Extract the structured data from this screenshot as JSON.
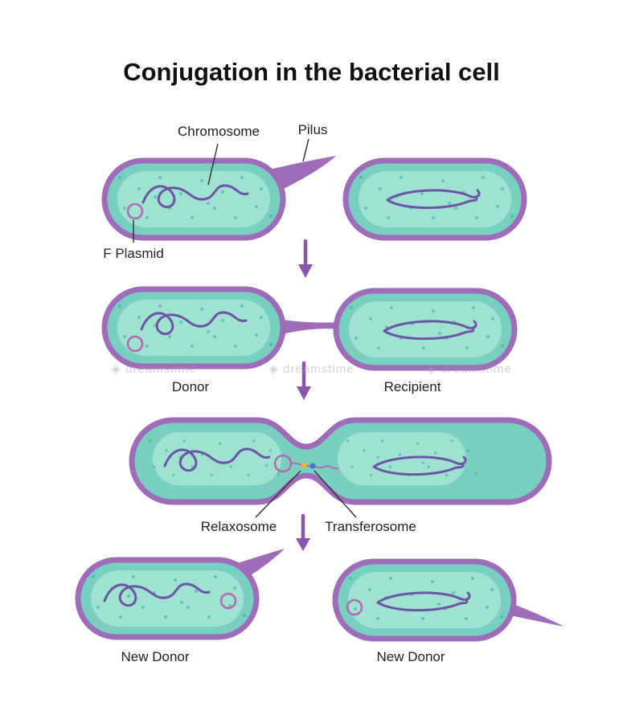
{
  "title": "Conjugation in the bacterial cell",
  "diagram": {
    "row1": {
      "chromosome_label": "Chromosome",
      "pilus_label": "Pilus",
      "f_plasmid_label": "F Plasmid"
    },
    "row2": {
      "donor_label": "Donor",
      "recipient_label": "Recipient"
    },
    "row3": {
      "relaxosome_label": "Relaxosome",
      "transferosome_label": "Transferosome"
    },
    "row4": {
      "new_donor_left_label": "New Donor",
      "new_donor_right_label": "New Donor"
    }
  },
  "watermark": {
    "icon": "◈",
    "text": "dreamstime"
  },
  "colors": {
    "membrane": "#9e6cb9",
    "cytoplasm": "#79d0c0",
    "cytoplasm_light": "#a9e6d6",
    "chromosome": "#6b55a4",
    "plasmid": "#b668ae",
    "dot": "#2fa393",
    "arrow": "#8757ad",
    "relaxosome": "#f0b429",
    "transferosome": "#3f7fd2",
    "label_text": "#1f1f1f",
    "watermark": "#9e9e9e"
  }
}
